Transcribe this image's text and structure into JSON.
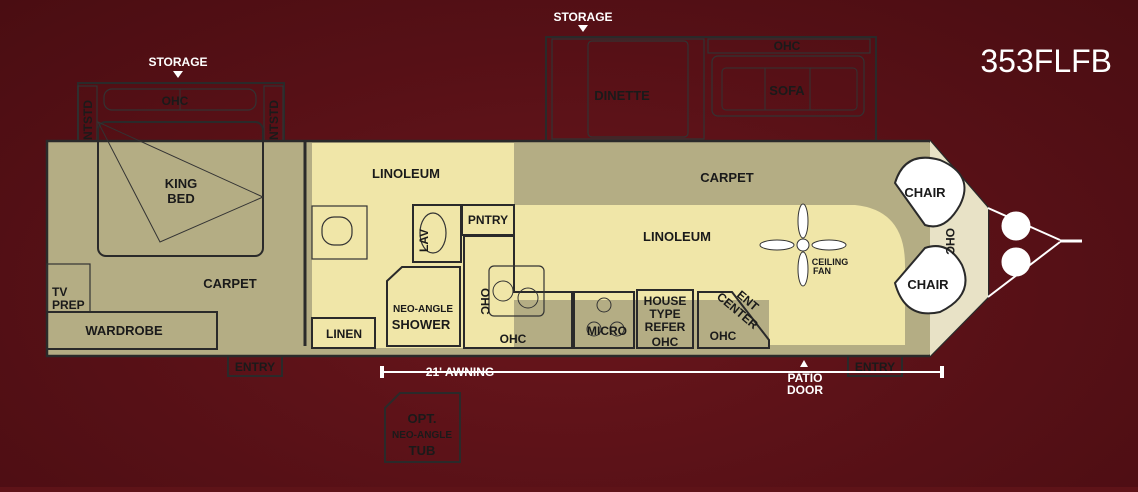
{
  "model": "353FLFB",
  "colors": {
    "background": "#5e1318",
    "carpet": "#b4ad84",
    "linoleum": "#f0e6a8",
    "white": "#ffffff"
  },
  "labels": {
    "storage_left": "STORAGE",
    "storage_top": "STORAGE",
    "ohc_bedroom": "OHC",
    "nstd_left": "NTSTD",
    "nstd_right": "NTSTD",
    "king_bed_1": "KING",
    "king_bed_2": "BED",
    "carpet_bedroom": "CARPET",
    "tv_prep_1": "TV",
    "tv_prep_2": "PREP",
    "wardrobe": "WARDROBE",
    "linoleum_bath": "LINOLEUM",
    "lav": "LAV",
    "pntry": "PNTRY",
    "neo_angle_1": "NEO-ANGLE",
    "shower": "SHOWER",
    "linen": "LINEN",
    "ohc_kitchen_vertical": "OHC",
    "ohc_kitchen": "OHC",
    "micro": "MICRO",
    "house_1": "HOUSE",
    "house_2": "TYPE",
    "house_3": "REFER",
    "house_4": "OHC",
    "ent_center_1": "ENT",
    "ent_center_2": "CENTER",
    "ohc_ent": "OHC",
    "dinette": "DINETTE",
    "ohc_sofa": "OHC",
    "sofa": "SOFA",
    "carpet_living": "CARPET",
    "linoleum_main": "LINOLEUM",
    "ceiling_fan_1": "CEILING",
    "ceiling_fan_2": "FAN",
    "chair_top": "CHAIR",
    "chair_bottom": "CHAIR",
    "ohc_front": "OHC",
    "entry_left": "ENTRY",
    "entry_right": "ENTRY",
    "awning": "21' AWNING",
    "patio_1": "PATIO",
    "patio_2": "DOOR",
    "opt_1": "OPT.",
    "opt_2": "NEO-ANGLE",
    "opt_3": "TUB"
  }
}
